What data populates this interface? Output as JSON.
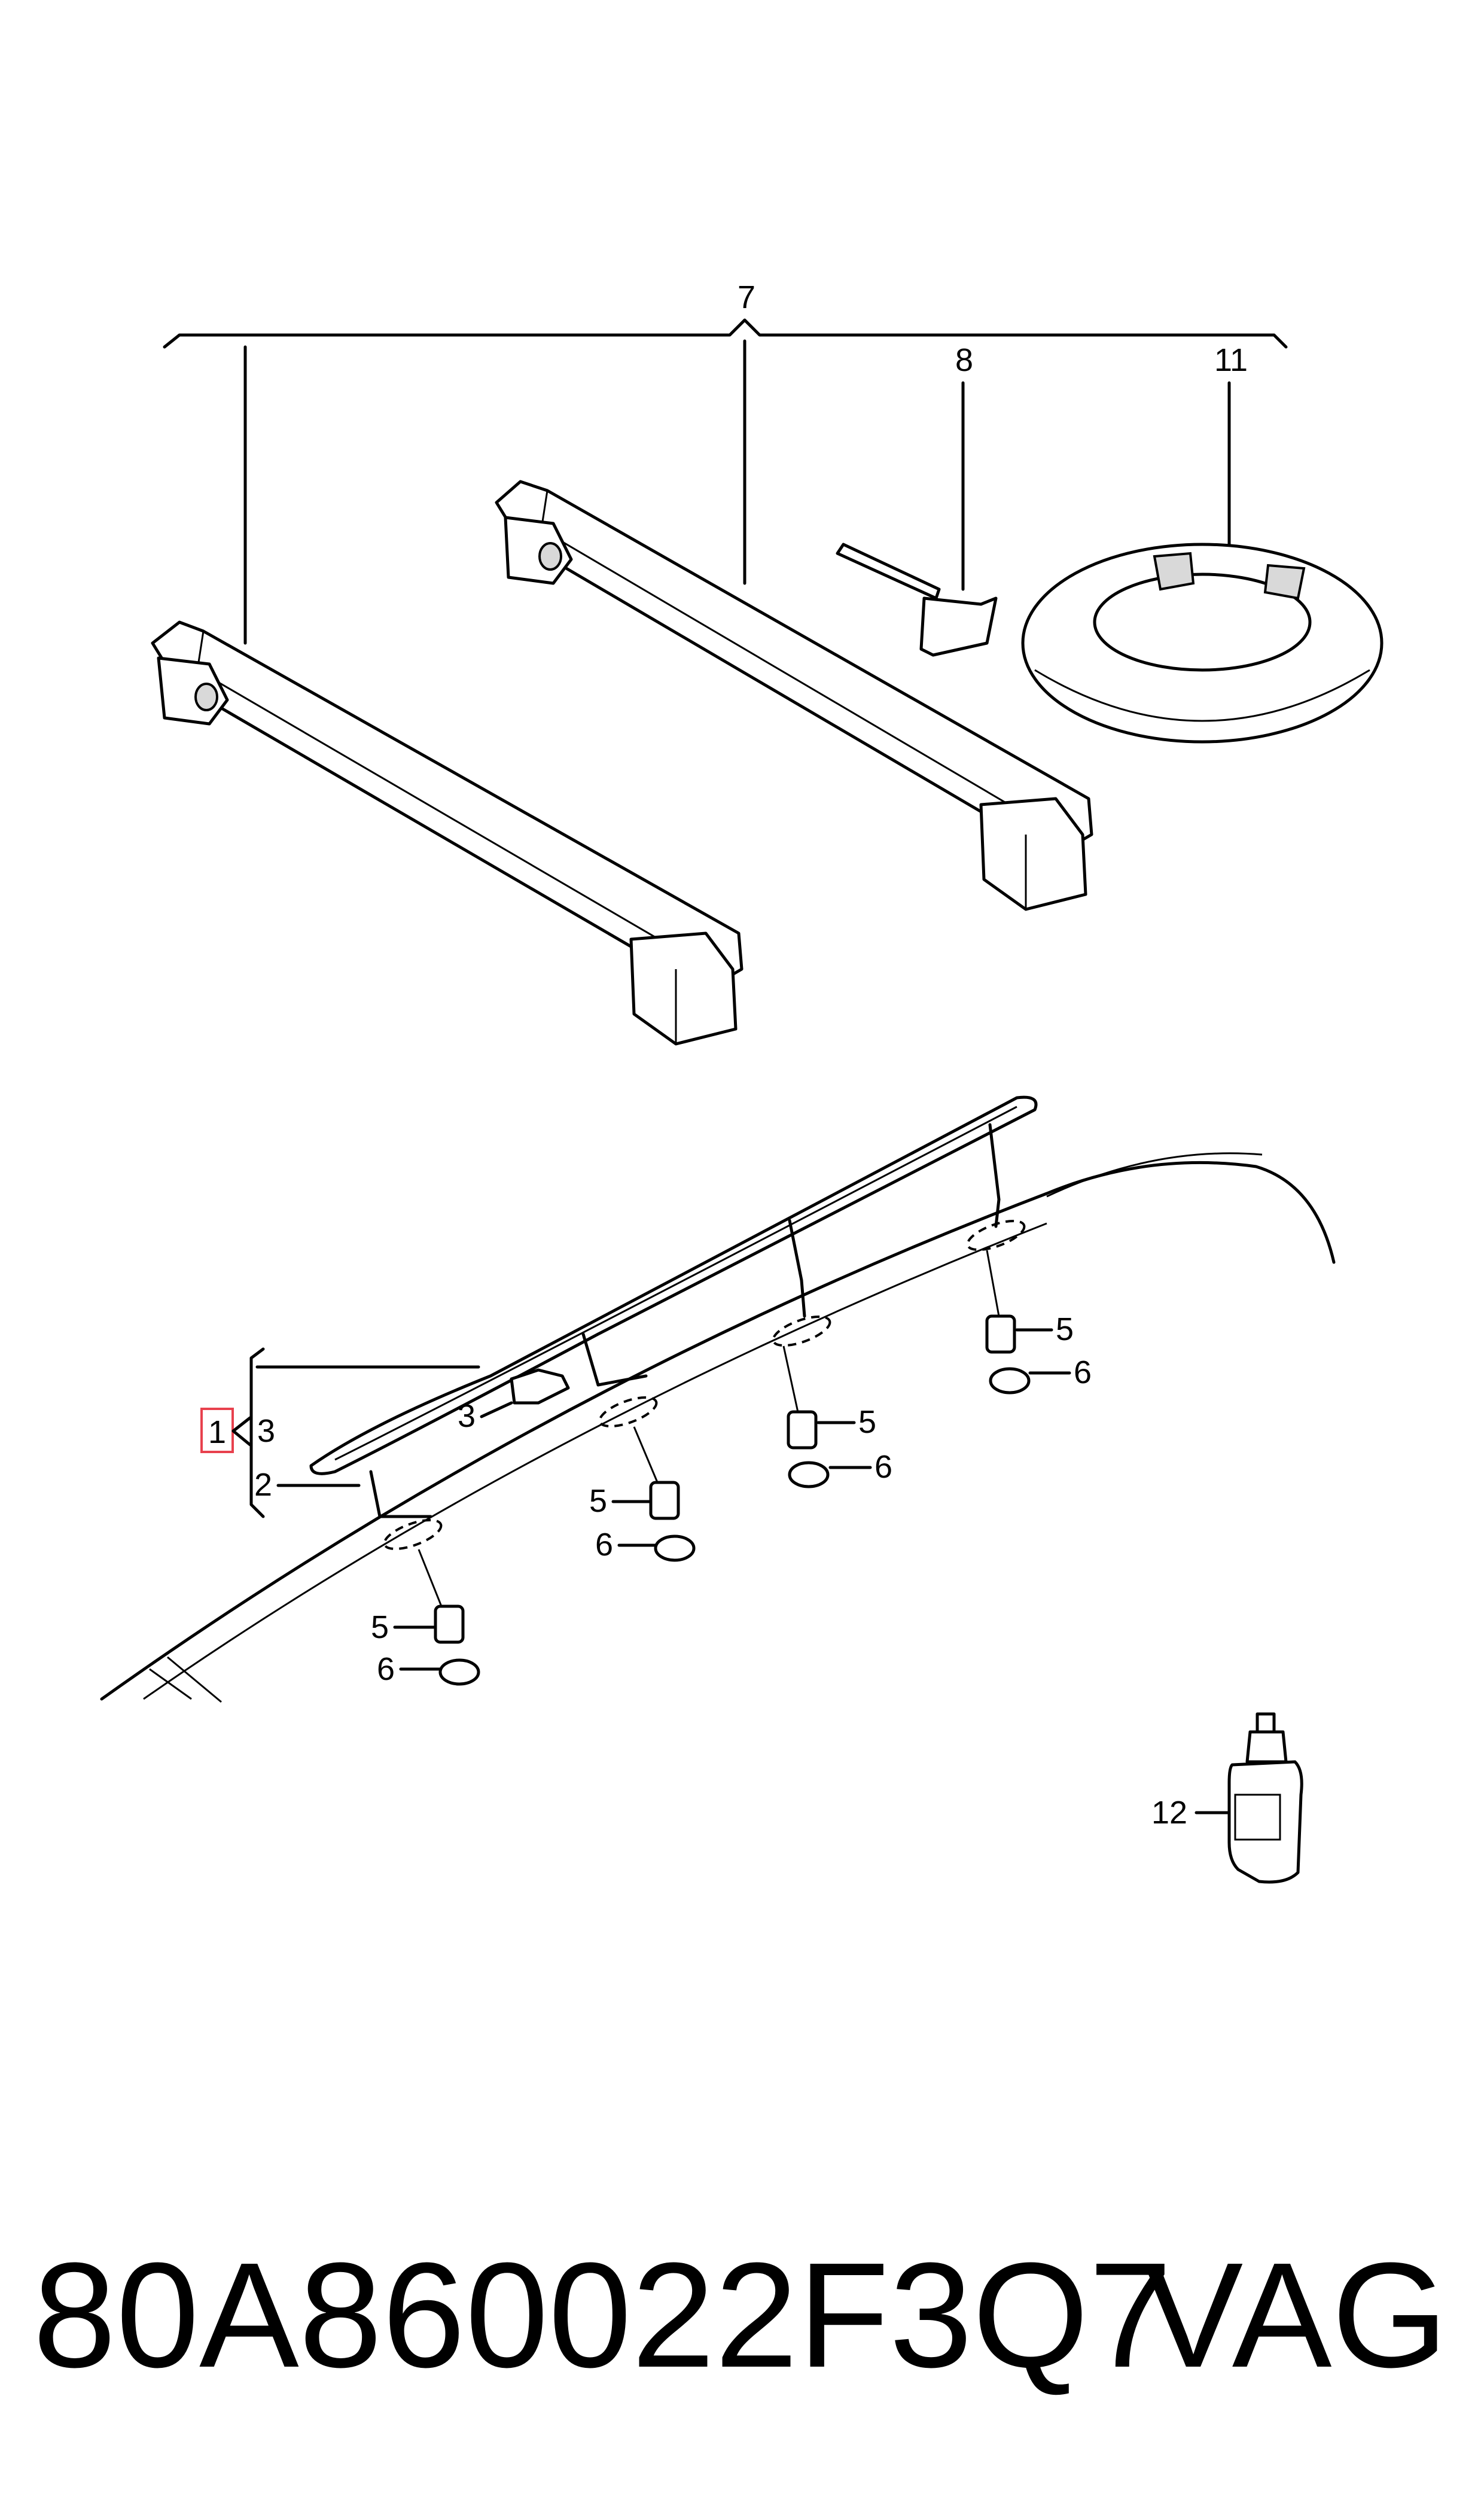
{
  "callouts": {
    "c1": "1",
    "c2": "2",
    "c3a": "3",
    "c3b": "3",
    "c5a": "5",
    "c5b": "5",
    "c5c": "5",
    "c5d": "5",
    "c6a": "6",
    "c6b": "6",
    "c6c": "6",
    "c6d": "6",
    "c7": "7",
    "c8": "8",
    "c11": "11",
    "c12": "12"
  },
  "highlight_color": "#e8414d",
  "footer": {
    "part_number": "80A860022F3Q7",
    "brand": "VAG"
  }
}
